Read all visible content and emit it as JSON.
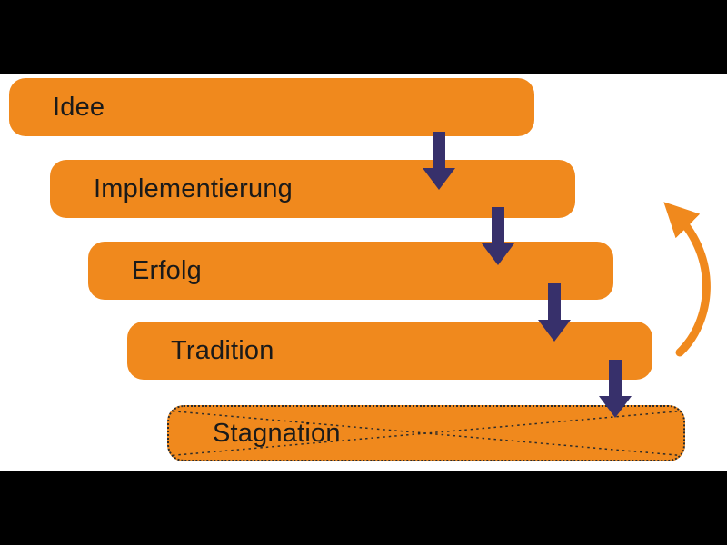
{
  "diagram": {
    "description": "Lifecycle cascade diagram of five descending steps with feedback arrow",
    "steps": [
      {
        "label": "Idee",
        "crossed_out": false
      },
      {
        "label": "Implementierung",
        "crossed_out": false
      },
      {
        "label": "Erfolg",
        "crossed_out": false
      },
      {
        "label": "Tradition",
        "crossed_out": false
      },
      {
        "label": "Stagnation",
        "crossed_out": true
      }
    ],
    "colors": {
      "bar_fill": "#F0891D",
      "down_arrow": "#37306B",
      "feedback_arrow": "#F0891D",
      "text": "#1A1A1A",
      "background": "#FFFFFF",
      "letterbox": "#000000",
      "crossout_line": "#2B2B2B"
    }
  }
}
